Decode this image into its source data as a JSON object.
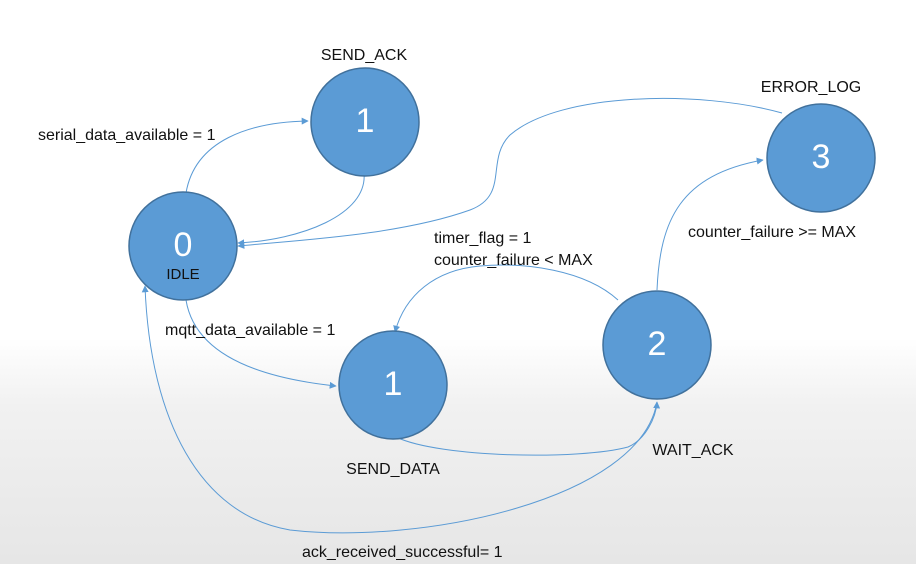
{
  "diagram": {
    "states": {
      "idle": {
        "number": "0",
        "name": "IDLE"
      },
      "send_ack": {
        "number": "1",
        "name": "SEND_ACK"
      },
      "send_data": {
        "number": "1",
        "name": "SEND_DATA"
      },
      "wait_ack": {
        "number": "2",
        "name": "WAIT_ACK"
      },
      "error_log": {
        "number": "3",
        "name": "ERROR_LOG"
      }
    },
    "transitions": {
      "serial_data_available": "serial_data_available = 1",
      "mqtt_data_available": "mqtt_data_available = 1",
      "timer_flag": "timer_flag = 1",
      "counter_failure_lt_max": "counter_failure < MAX",
      "counter_failure_ge_max": "counter_failure >= MAX",
      "ack_received_successful": "ack_received_successful= 1"
    },
    "colors": {
      "state_fill": "#5b9bd5",
      "state_stroke": "#41719c",
      "edge": "#5b9bd5"
    }
  }
}
